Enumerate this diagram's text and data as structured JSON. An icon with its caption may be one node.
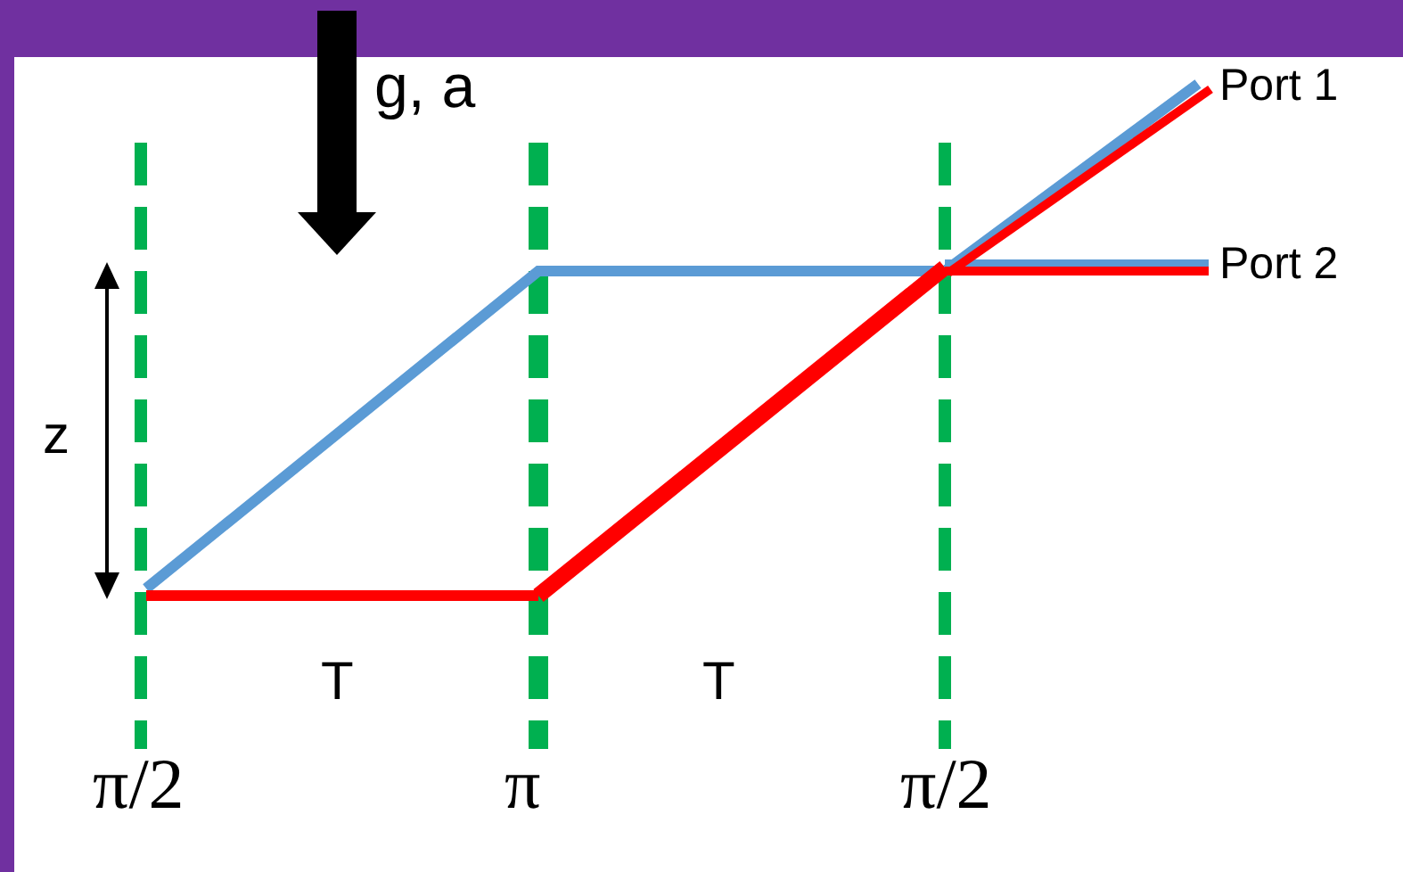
{
  "diagram": {
    "labels": [
      "g, a",
      "z",
      "T",
      "T",
      "π/2",
      "π",
      "π/2",
      "Port 1",
      "Port 2"
    ]
  }
}
